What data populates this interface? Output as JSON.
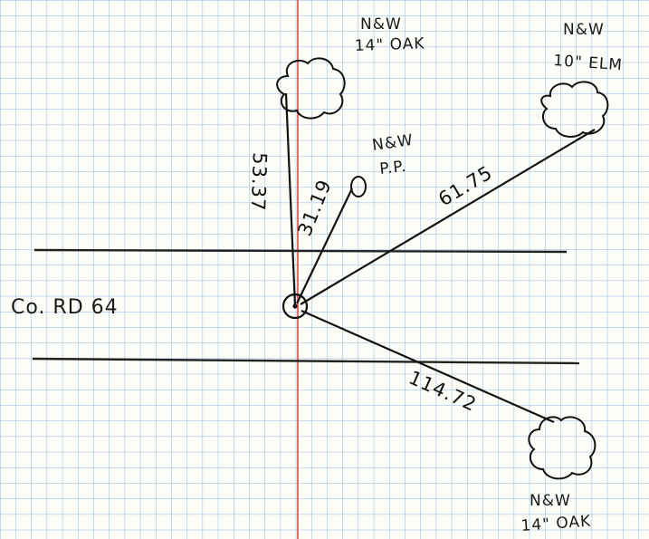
{
  "road": {
    "label": "Co. RD 64"
  },
  "witnesses": [
    {
      "line1": "N&W",
      "line2": "14\" OAK"
    },
    {
      "line1": "N&W",
      "line2": "10\" ELM"
    },
    {
      "line1": "N&W",
      "line2": "P.P."
    },
    {
      "line1": "N&W",
      "line2": "14\" OAK"
    }
  ],
  "distances": {
    "oak_north": "53.37",
    "power_pole": "31.19",
    "elm": "61.75",
    "oak_south": "114.72"
  },
  "colors": {
    "paper": "#fdfdf7",
    "grid": "#8fb6dd",
    "red_line": "#e84a3a",
    "ink": "#111111"
  }
}
